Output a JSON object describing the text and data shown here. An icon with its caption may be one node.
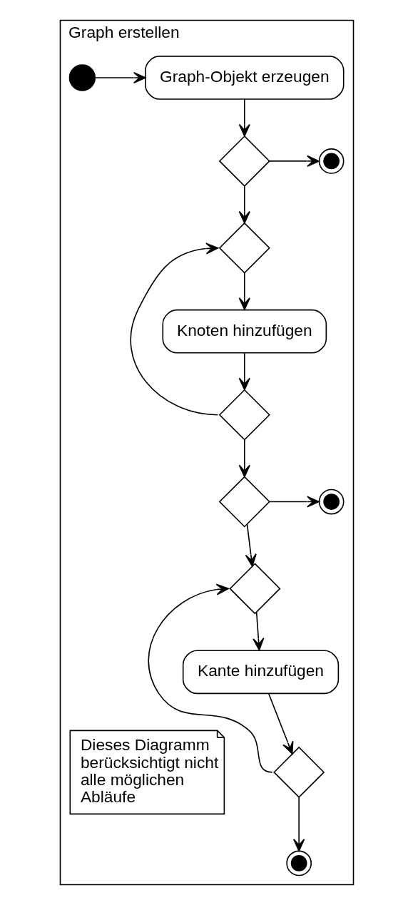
{
  "diagram": {
    "nodes": [
      {
        "text": [
          "Graph erstellen"
        ]
      },
      {
        "text": [],
        "shape": "circle",
        "in": 0
      },
      {
        "text": [
          "Graph-Objekt erzeugen"
        ],
        "in": 0
      },
      {
        "text": [],
        "shape": "diamond",
        "in": 0
      },
      {
        "text": [],
        "shape": "circle",
        "in": 0
      },
      {
        "text": [],
        "shape": "diamond",
        "in": 0
      },
      {
        "text": [
          "Knoten hinzufügen"
        ],
        "in": 0
      },
      {
        "text": [],
        "shape": "diamond",
        "in": 0
      },
      {
        "text": [],
        "shape": "diamond",
        "in": 0
      },
      {
        "text": [],
        "shape": "circle",
        "in": 0
      },
      {
        "text": [],
        "shape": "diamond",
        "in": 0
      },
      {
        "text": [
          "Kante hinzufügen"
        ],
        "in": 0
      },
      {
        "text": [],
        "shape": "diamond",
        "in": 0
      },
      {
        "text": [],
        "shape": "circle",
        "in": 0
      },
      {
        "text": [
          "Dieses Diagramm berücksichtigt nicht alle möglichen Abläufe"
        ],
        "in": 0
      }
    ],
    "edges": [
      {
        "from": 1,
        "to": 2,
        "arrow": "to"
      },
      {
        "from": 2,
        "to": 3,
        "arrow": "to"
      },
      {
        "from": 3,
        "to": 4,
        "arrow": "to"
      },
      {
        "from": 3,
        "to": 5,
        "arrow": "to"
      },
      {
        "from": 5,
        "to": 6,
        "arrow": "to"
      },
      {
        "from": 6,
        "to": 7,
        "arrow": "to"
      },
      {
        "from": 7,
        "to": 5,
        "arrow": "to"
      },
      {
        "from": 7,
        "to": 8,
        "arrow": "to"
      },
      {
        "from": 8,
        "to": 9,
        "arrow": "to"
      },
      {
        "from": 8,
        "to": 10,
        "arrow": "to"
      },
      {
        "from": 10,
        "to": 11,
        "arrow": "to"
      },
      {
        "from": 11,
        "to": 12,
        "arrow": "to"
      },
      {
        "from": 12,
        "to": 10,
        "arrow": "to"
      },
      {
        "from": 12,
        "to": 13,
        "arrow": "to"
      }
    ]
  }
}
